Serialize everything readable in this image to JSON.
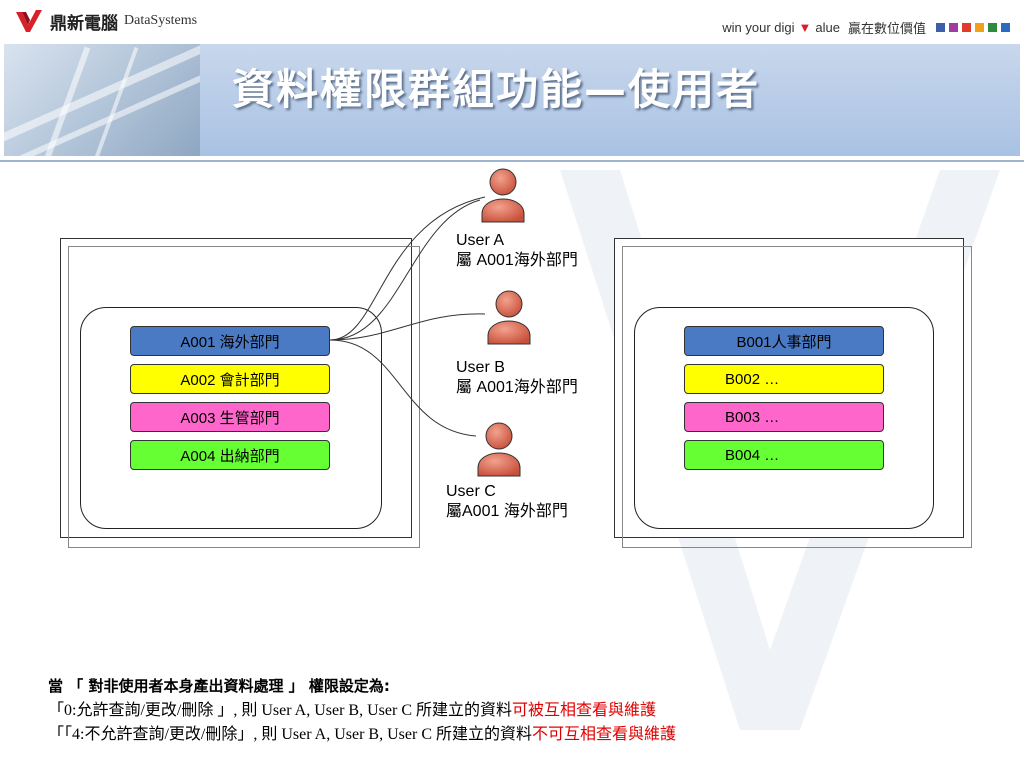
{
  "header": {
    "company_cn": "鼎新電腦",
    "company_en": "DataSystems",
    "slogan_en_1": "win your digi",
    "slogan_en_2": "alue",
    "slogan_cn": "贏在數位價值",
    "title": "資料權限群組功能—使用者"
  },
  "left_group": [
    {
      "label": "A001 海外部門"
    },
    {
      "label": "A002 會計部門"
    },
    {
      "label": "A003 生管部門"
    },
    {
      "label": "A004 出納部門"
    }
  ],
  "right_group": [
    {
      "label": "B001人事部門"
    },
    {
      "label": "B002 …"
    },
    {
      "label": "B003 …"
    },
    {
      "label": "B004 …"
    }
  ],
  "users": [
    {
      "name": "User A",
      "dept": "屬 A001海外部門"
    },
    {
      "name": "User B",
      "dept": "屬 A001海外部門"
    },
    {
      "name": "User C",
      "dept": "屬A001 海外部門"
    }
  ],
  "footer": {
    "line1": "當 「 對非使用者本身產出資料處理 」 權限設定為:",
    "line2_prefix": "「0:允許查詢/更改/刪除 」, 則 User A, User B, User C 所建立的資料",
    "line2_red": "可被互相查看與維護",
    "line3_prefix": "「「4:不允許查詢/更改/刪除」, 則 User A, User B, User C 所建立的資料",
    "line3_red": "不可互相查看與維護"
  },
  "colors": {
    "blue": "#4a7ac4",
    "yellow": "#ffff00",
    "pink": "#ff66cc",
    "green": "#66ff33",
    "user_icon": "#e07a62",
    "highlight_red": "#e00000"
  },
  "icons": [
    "logo-v-icon",
    "user-icon"
  ]
}
